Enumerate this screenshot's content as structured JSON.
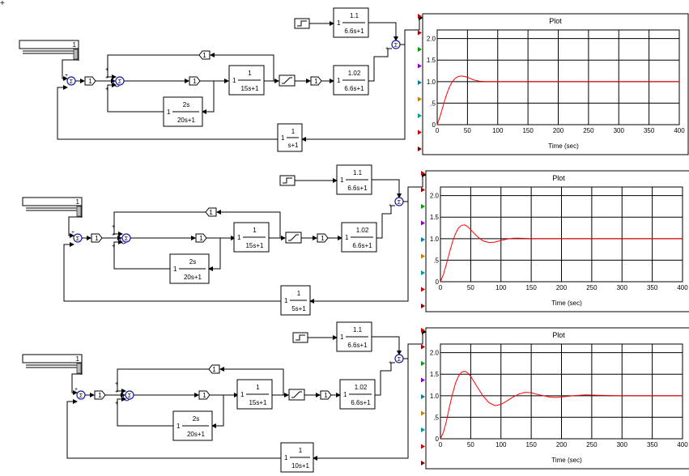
{
  "diagrams": [
    {
      "input_value": "1",
      "gain_1": "1",
      "gain_2": "1",
      "gain_3": "1",
      "gain_4": "1",
      "feedback_gain": "1",
      "sum_signs": [
        "+",
        "+",
        "+",
        "-"
      ],
      "block_15s": {
        "gain": "1",
        "num": "1",
        "den": "15s+1"
      },
      "block_20s": {
        "gain": "1",
        "num": "2s",
        "den": "20s+1"
      },
      "block_dist": {
        "gain": "1",
        "num": "1.1",
        "den": "6.6s+1"
      },
      "block_proc": {
        "gain": "1",
        "num": "1.02",
        "den": "6.6s+1"
      },
      "block_feedback": {
        "gain": "1",
        "num": "1",
        "den": "s+1"
      },
      "plot": {
        "title": "Plot",
        "xlabel": "Time (sec)",
        "x_ticks": [
          "0",
          "50",
          "100",
          "150",
          "200",
          "250",
          "300",
          "350",
          "400"
        ],
        "y_ticks": [
          "2.0",
          "1.5",
          "1.0",
          ".5",
          "0"
        ]
      }
    },
    {
      "input_value": "1",
      "gain_1": "1",
      "gain_2": "1",
      "gain_3": "1",
      "gain_4": "1",
      "feedback_gain": "1",
      "sum_signs": [
        "+",
        "+",
        "+",
        "-"
      ],
      "block_15s": {
        "gain": "1",
        "num": "1",
        "den": "15s+1"
      },
      "block_20s": {
        "gain": "1",
        "num": "2s",
        "den": "20s+1"
      },
      "block_dist": {
        "gain": "1",
        "num": "1.1",
        "den": "6.6s+1"
      },
      "block_proc": {
        "gain": "1",
        "num": "1.02",
        "den": "6.6s+1"
      },
      "block_feedback": {
        "gain": "1",
        "num": "1",
        "den": "5s+1"
      },
      "plot": {
        "title": "Plot",
        "xlabel": "Time (sec)",
        "x_ticks": [
          "0",
          "50",
          "100",
          "150",
          "200",
          "250",
          "300",
          "350",
          "400"
        ],
        "y_ticks": [
          "2.0",
          "1.5",
          "1.0",
          ".5",
          "0"
        ]
      }
    },
    {
      "input_value": "1",
      "gain_1": "1",
      "gain_2": "1",
      "gain_3": "1",
      "gain_4": "1",
      "feedback_gain": "1",
      "sum_signs": [
        "+",
        "+",
        "+",
        "-"
      ],
      "block_15s": {
        "gain": "1",
        "num": "1",
        "den": "15s+1"
      },
      "block_20s": {
        "gain": "1",
        "num": "2s",
        "den": "20s+1"
      },
      "block_dist": {
        "gain": "1",
        "num": "1.1",
        "den": "6.6s+1"
      },
      "block_proc": {
        "gain": "1",
        "num": "1.02",
        "den": "6.6s+1"
      },
      "block_feedback": {
        "gain": "1",
        "num": "1",
        "den": "10s+1"
      },
      "plot": {
        "title": "Plot",
        "xlabel": "Time (sec)",
        "x_ticks": [
          "0",
          "50",
          "100",
          "150",
          "200",
          "250",
          "300",
          "350",
          "400"
        ],
        "y_ticks": [
          "2.0",
          "1.5",
          "1.0",
          ".5",
          "0"
        ]
      }
    }
  ],
  "chart_data": [
    {
      "type": "line",
      "title": "Plot",
      "xlabel": "Time (sec)",
      "ylabel": "",
      "xlim": [
        0,
        400
      ],
      "ylim": [
        0,
        2.2
      ],
      "grid": true,
      "series": [
        {
          "color": "#ff0000",
          "x": [
            0,
            5,
            10,
            15,
            20,
            25,
            30,
            35,
            40,
            45,
            50,
            55,
            60,
            70,
            80,
            100,
            150,
            200,
            250,
            300,
            350,
            400
          ],
          "y": [
            0,
            0.2,
            0.45,
            0.68,
            0.87,
            1.0,
            1.08,
            1.12,
            1.13,
            1.12,
            1.1,
            1.07,
            1.04,
            1.01,
            1.0,
            1.0,
            1.0,
            1.0,
            1.0,
            1.0,
            1.0,
            1.0
          ]
        }
      ]
    },
    {
      "type": "line",
      "title": "Plot",
      "xlabel": "Time (sec)",
      "ylabel": "",
      "xlim": [
        0,
        400
      ],
      "ylim": [
        0,
        2.2
      ],
      "grid": true,
      "series": [
        {
          "color": "#ff0000",
          "x": [
            0,
            5,
            10,
            15,
            20,
            25,
            30,
            35,
            40,
            45,
            50,
            60,
            70,
            80,
            90,
            100,
            110,
            120,
            130,
            150,
            200,
            250,
            300,
            350,
            400
          ],
          "y": [
            0,
            0.17,
            0.42,
            0.68,
            0.93,
            1.12,
            1.25,
            1.31,
            1.32,
            1.28,
            1.21,
            1.06,
            0.95,
            0.91,
            0.92,
            0.96,
            0.99,
            1.01,
            1.01,
            1.0,
            1.0,
            1.0,
            1.0,
            1.0,
            1.0
          ]
        }
      ]
    },
    {
      "type": "line",
      "title": "Plot",
      "xlabel": "Time (sec)",
      "ylabel": "",
      "xlim": [
        0,
        400
      ],
      "ylim": [
        0,
        2.2
      ],
      "grid": true,
      "series": [
        {
          "color": "#ff0000",
          "x": [
            0,
            5,
            10,
            15,
            20,
            25,
            30,
            35,
            40,
            45,
            50,
            60,
            70,
            80,
            90,
            100,
            110,
            120,
            130,
            140,
            150,
            160,
            170,
            180,
            190,
            200,
            220,
            240,
            260,
            300,
            350,
            400
          ],
          "y": [
            0,
            0.15,
            0.42,
            0.75,
            1.05,
            1.3,
            1.46,
            1.55,
            1.57,
            1.53,
            1.45,
            1.22,
            1.0,
            0.84,
            0.77,
            0.8,
            0.88,
            0.97,
            1.04,
            1.08,
            1.07,
            1.03,
            1.0,
            0.97,
            0.96,
            0.97,
            1.0,
            1.02,
            1.01,
            1.0,
            1.0,
            1.0
          ]
        }
      ]
    }
  ]
}
